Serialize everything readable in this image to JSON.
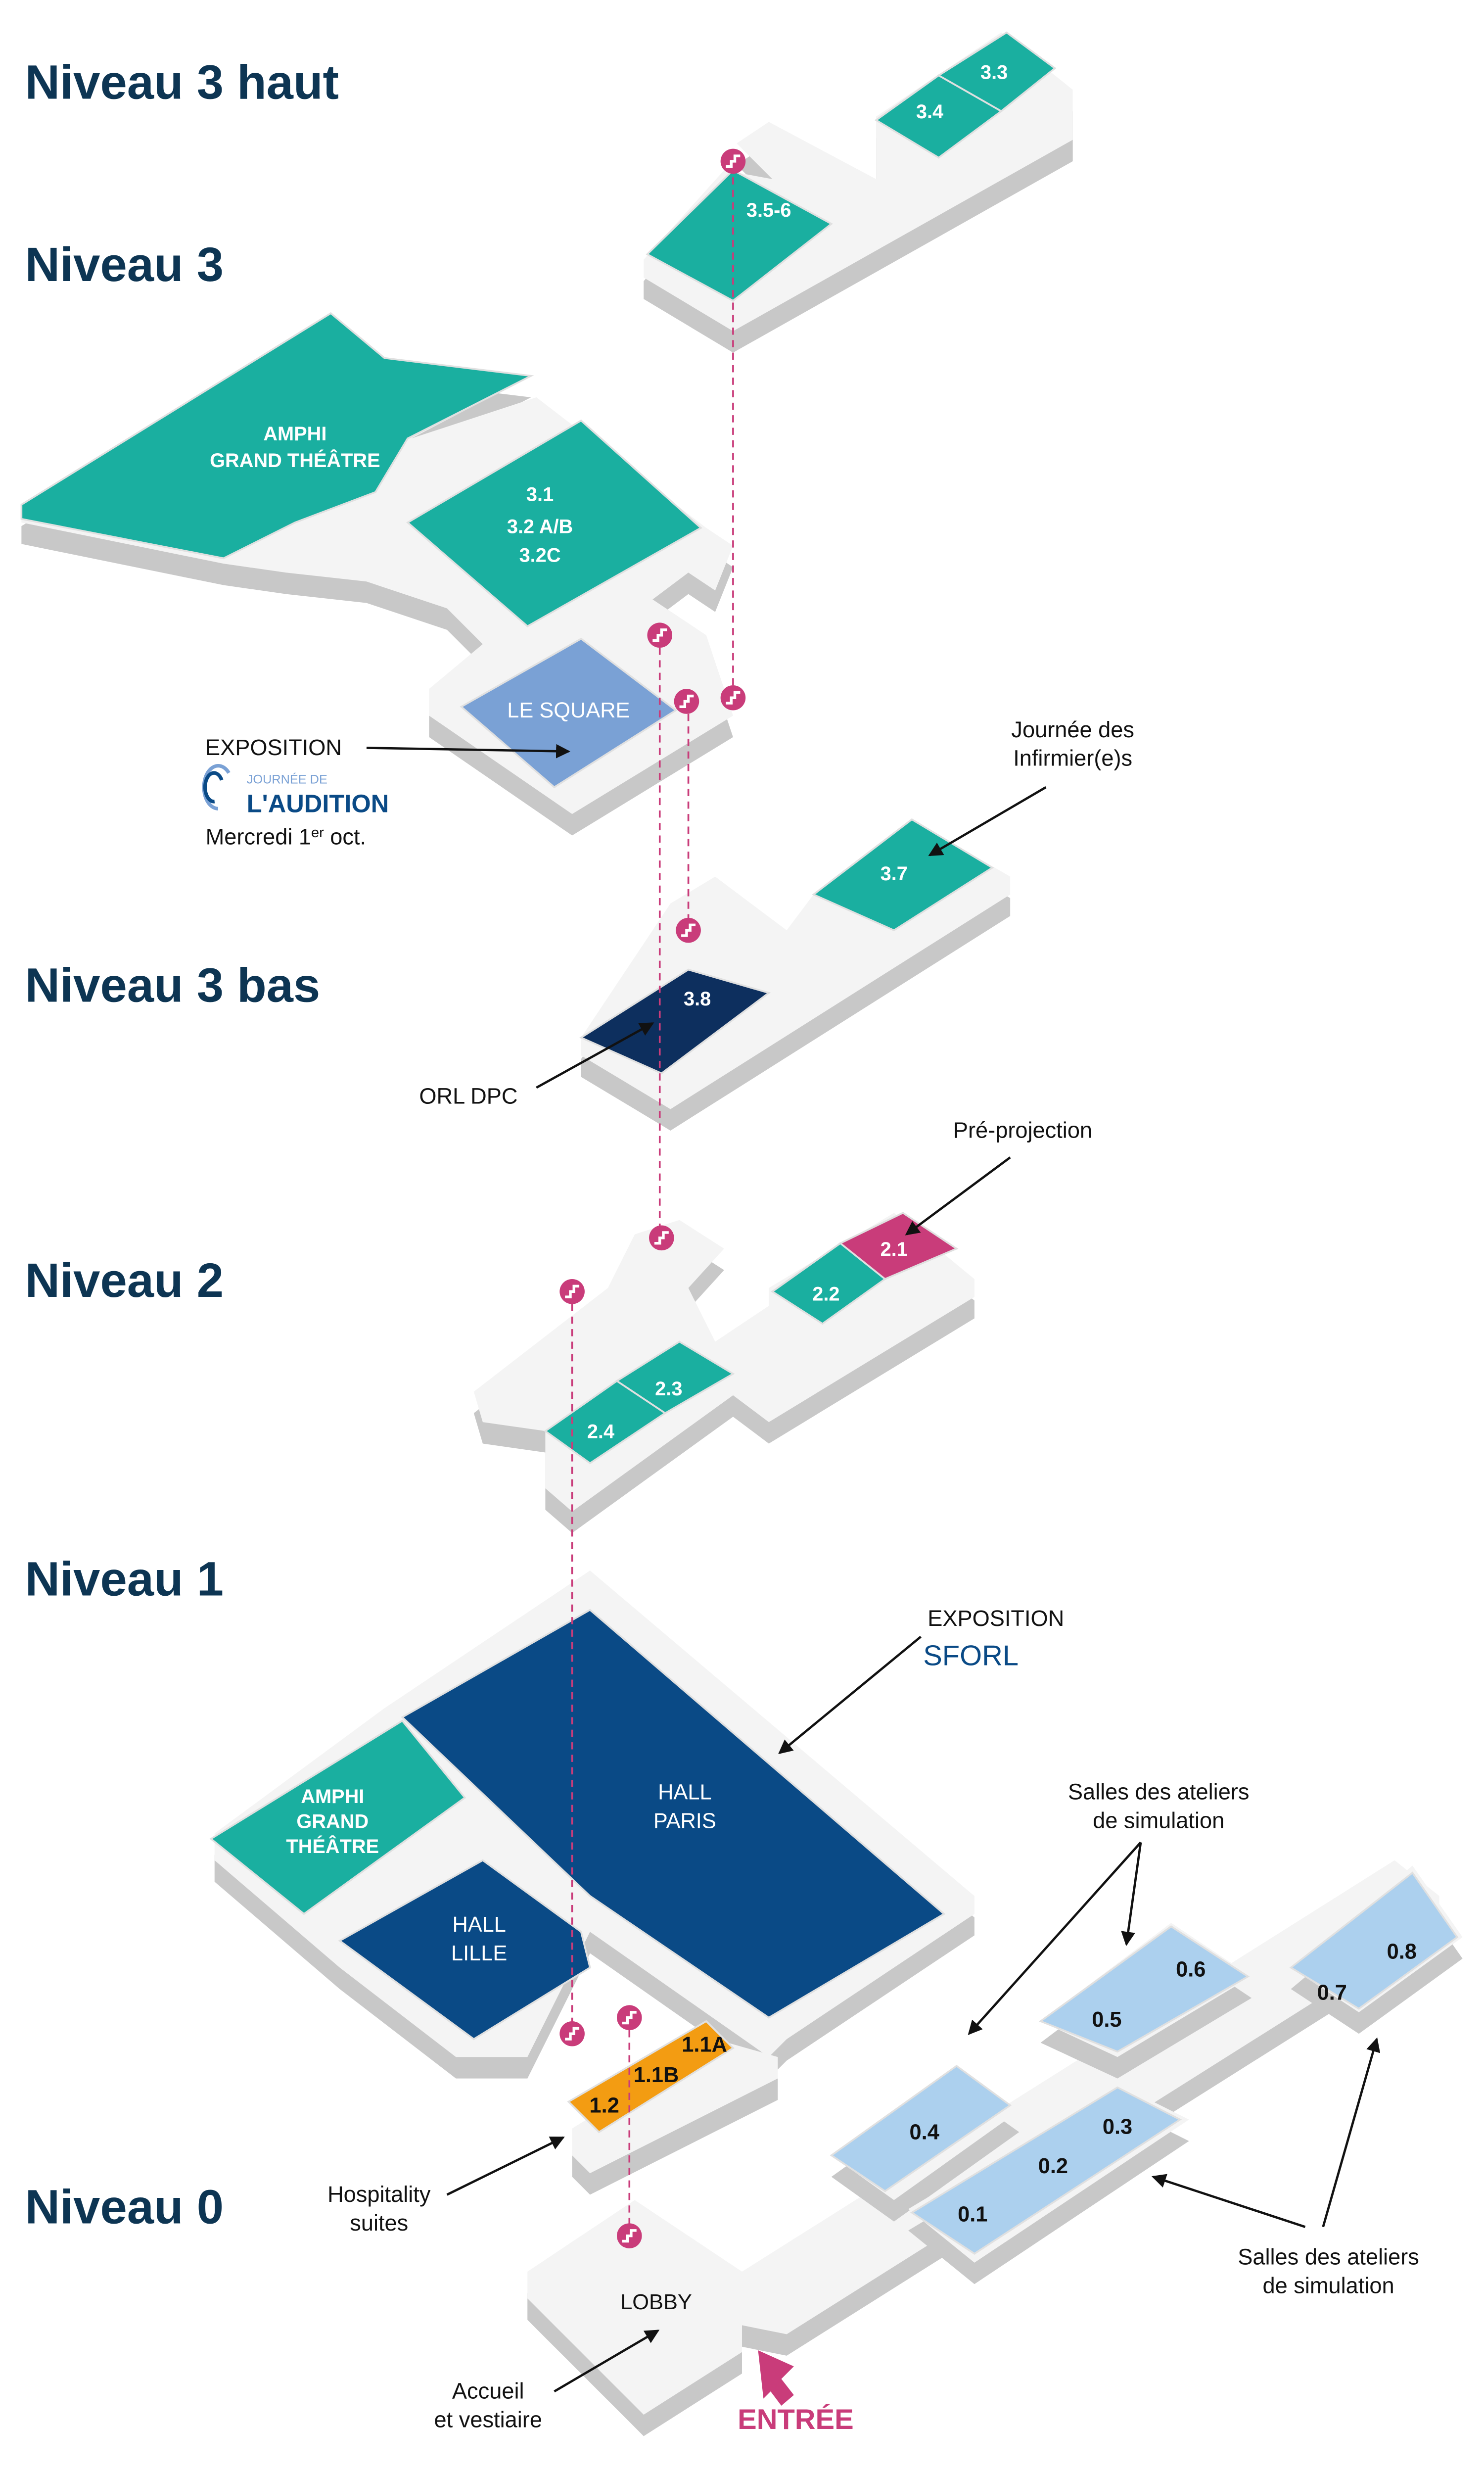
{
  "levels": {
    "n3haut": "Niveau 3 haut",
    "n3": "Niveau 3",
    "n3bas": "Niveau 3 bas",
    "n2": "Niveau 2",
    "n1": "Niveau 1",
    "n0": "Niveau 0"
  },
  "rooms": {
    "r35_6": "3.5-6",
    "r34": "3.4",
    "r33": "3.3",
    "amphi3_l1": "AMPHI",
    "amphi3_l2": "GRAND THÉÂTRE",
    "r31": "3.1",
    "r32ab": "3.2 A/B",
    "r32c": "3.2C",
    "square": "LE SQUARE",
    "r37": "3.7",
    "r38": "3.8",
    "r22": "2.2",
    "r21": "2.1",
    "r23": "2.3",
    "r24": "2.4",
    "amphi1_l1": "AMPHI",
    "amphi1_l2": "GRAND",
    "amphi1_l3": "THÉÂTRE",
    "paris_l1": "HALL",
    "paris_l2": "PARIS",
    "lille_l1": "HALL",
    "lille_l2": "LILLE",
    "r12": "1.2",
    "r11b": "1.1B",
    "r11a": "1.1A",
    "r04": "0.4",
    "r01": "0.1",
    "r02": "0.2",
    "r03": "0.3",
    "r05": "0.5",
    "r06": "0.6",
    "r07": "0.7",
    "r08": "0.8",
    "lobby": "LOBBY"
  },
  "annotations": {
    "expo_square": "EXPOSITION",
    "audition_logo_top": "JOURNÉE DE",
    "audition_logo_main": "L'AUDITION",
    "audition_date": "Mercredi 1",
    "audition_date_sup": "er",
    "audition_date_end": " oct.",
    "infirmiers_l1": "Journée des",
    "infirmiers_l2": "Infirmier(e)s",
    "orl_dpc": "ORL DPC",
    "pre_projection": "Pré-projection",
    "expo_hall": "EXPOSITION",
    "sforl_logo": "SFORL",
    "ateliers_top_l1": "Salles des ateliers",
    "ateliers_top_l2": "de simulation",
    "ateliers_bottom_l1": "Salles des ateliers",
    "ateliers_bottom_l2": "de simulation",
    "hospitality_l1": "Hospitality",
    "hospitality_l2": "suites",
    "accueil_l1": "Accueil",
    "accueil_l2": "et vestiaire",
    "entree": "ENTRÉE"
  },
  "icons": {
    "stairs": "stairs-icon",
    "entrance": "cursor-arrow-icon"
  },
  "colors": {
    "teal": "#1aafa0",
    "navy": "#0a4a86",
    "dark_navy": "#0d2f5e",
    "square_blue": "#7aa1d5",
    "pale_blue": "#acd0ee",
    "orange": "#f39c12",
    "magenta": "#c93c7a",
    "heading": "#0d3553"
  }
}
